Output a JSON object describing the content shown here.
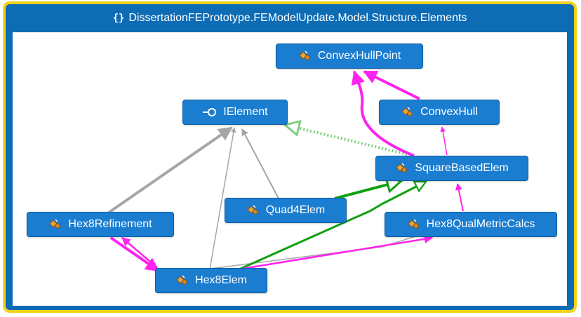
{
  "window": {
    "title": "DissertationFEPrototype.FEModelUpdate.Model.Structure.Elements",
    "title_icon": "namespace-icon",
    "frame_color": "#f1d21a",
    "header_color": "#0e6cb5"
  },
  "nodes": {
    "convexhullpoint": {
      "label": "ConvexHullPoint",
      "icon": "class-icon"
    },
    "ielement": {
      "label": "IElement",
      "icon": "interface-icon"
    },
    "convexhull": {
      "label": "ConvexHull",
      "icon": "class-icon"
    },
    "squarebasedelem": {
      "label": "SquareBasedElem",
      "icon": "class-icon"
    },
    "quad4elem": {
      "label": "Quad4Elem",
      "icon": "class-icon"
    },
    "hex8refinement": {
      "label": "Hex8Refinement",
      "icon": "class-icon"
    },
    "hex8qualmetriccalcs": {
      "label": "Hex8QualMetricCalcs",
      "icon": "class-icon"
    },
    "hex8elem": {
      "label": "Hex8Elem",
      "icon": "class-icon"
    }
  },
  "colors": {
    "node_fill": "#1a7dd0",
    "inheritance": "#12a012",
    "implements": "#7fcf7f",
    "reference": "#ff22ee",
    "dependency": "#a6a6a6"
  }
}
